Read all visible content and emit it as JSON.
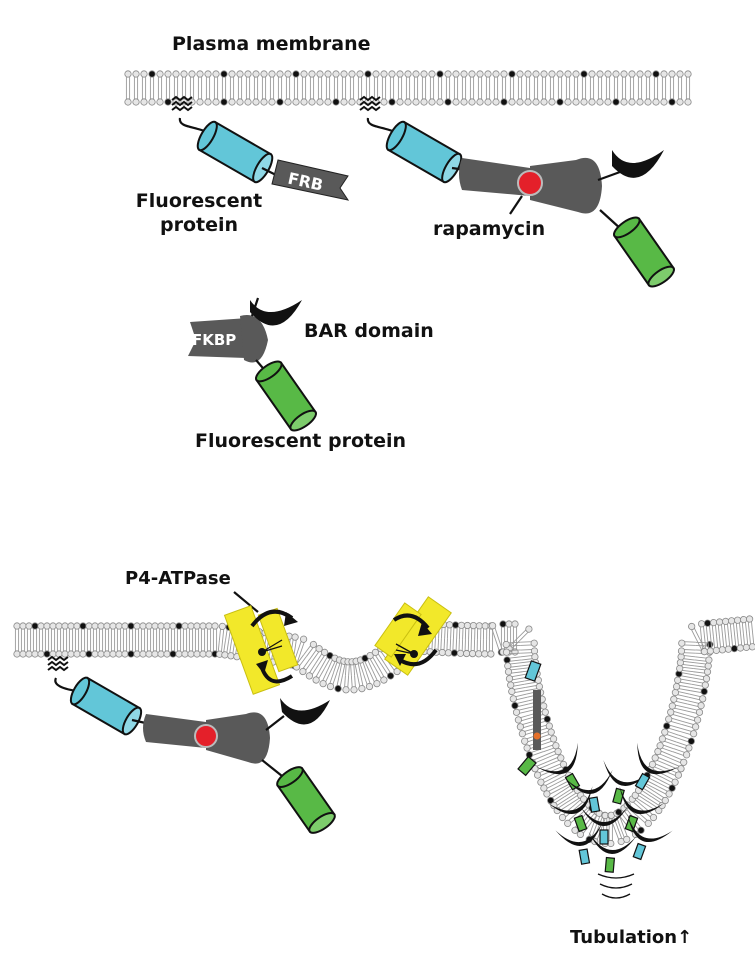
{
  "labels": {
    "plasma_membrane": "Plasma membrane",
    "fluorescent_protein_line1": "Fluorescent",
    "fluorescent_protein_line2": "protein",
    "frb": "FRB",
    "rapamycin": "rapamycin",
    "fkbp": "FKBP",
    "bar_domain": "BAR domain",
    "fluorescent_protein_full": "Fluorescent protein",
    "p4_atpase": "P4-ATPase",
    "tubulation": "Tubulation↑"
  },
  "colors": {
    "cyan": "#62c6d8",
    "green": "#58b946",
    "gray": "#595959",
    "red": "#e4202a",
    "yellow": "#f2e82a",
    "lipid_head": "#e6e6e6",
    "lipid_dark": "#111111"
  },
  "icons": [
    "membrane-anchor-icon",
    "cylinder-icon",
    "bar-domain-icon",
    "rapamycin-dot-icon",
    "flip-arrow-icon"
  ]
}
